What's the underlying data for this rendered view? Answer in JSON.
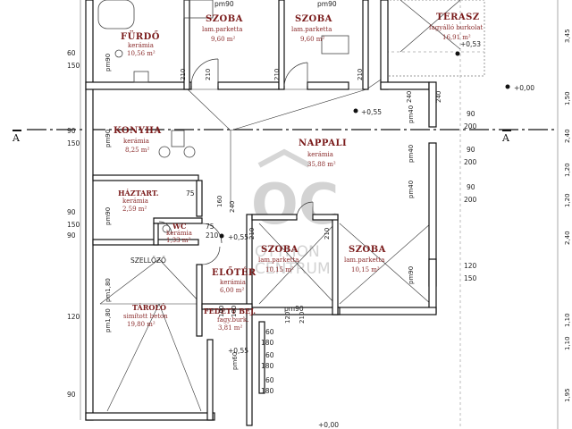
{
  "rooms": [
    {
      "name": "FÜRDŐ",
      "floor": "kerámia",
      "area": "10,56 m²"
    },
    {
      "name": "SZOBA",
      "floor": "lam.parketta",
      "area": "9,60 m²"
    },
    {
      "name": "SZOBA",
      "floor": "lam.parketta",
      "area": "9,60 m²"
    },
    {
      "name": "TERASZ",
      "floor": "fagyálló burkolat",
      "area": "16,91 m²"
    },
    {
      "name": "KONYHA",
      "floor": "kerámia",
      "area": "8,25 m²"
    },
    {
      "name": "NAPPALI",
      "floor": "kerámia",
      "area": "35,88 m²"
    },
    {
      "name": "HÁZTART.",
      "floor": "kerámia",
      "area": "2,59 m²"
    },
    {
      "name": "WC",
      "floor": "kerámia",
      "area": "1,33 m²"
    },
    {
      "name": "SZOBA",
      "floor": "lam.parketta",
      "area": "10,15 m²"
    },
    {
      "name": "SZOBA",
      "floor": "lam.parketta",
      "area": "10,15 m²"
    },
    {
      "name": "TÁROLÓ",
      "floor": "simított beton",
      "area": "19,80 m²"
    },
    {
      "name": "ELŐTÉR",
      "floor": "kerámia",
      "area": "6,00 m²"
    },
    {
      "name": "FEDETT BEJ.",
      "floor": "fagy.burk.",
      "area": "3,81 m²"
    }
  ],
  "section_labels": {
    "left": "A",
    "right": "A"
  },
  "levels": [
    "+0,53",
    "+0,00",
    "+0,55",
    "+0,55",
    "+0,55",
    "+0,00"
  ],
  "annotations": {
    "vent": "SZELLŐZŐ"
  },
  "door_labels": [
    "pm90",
    "pm90",
    "pm90",
    "pm90",
    "pm90",
    "pm40",
    "pm40",
    "pm40",
    "pm90",
    "pm90",
    "pm1,80",
    "pm1,80",
    "pm60"
  ],
  "dims_left": [
    "60",
    "150",
    "90",
    "150",
    "90",
    "150",
    "90",
    "120",
    "90"
  ],
  "dims_right": [
    "90",
    "200",
    "90",
    "200",
    "90",
    "200",
    "120",
    "150"
  ],
  "dims_inner": [
    "210",
    "210",
    "210",
    "210",
    "240",
    "240",
    "75",
    "160",
    "240",
    "75",
    "210",
    "210",
    "210",
    "100",
    "100",
    "120",
    "210",
    "60",
    "180",
    "60",
    "180",
    "60",
    "180"
  ],
  "side_scale": [
    "3,45",
    "1,50",
    "2,40",
    "1,20",
    "1,20",
    "2,40",
    "1,10",
    "1,10",
    "1,95"
  ],
  "watermark": {
    "top": "OC",
    "line1": "OTTHON",
    "line2": "CENTRUM"
  }
}
